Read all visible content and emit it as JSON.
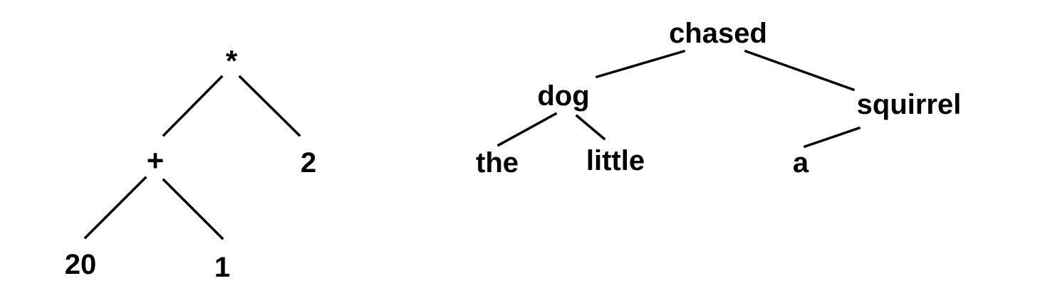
{
  "colors": {
    "background": "#ffffff",
    "ink": "#000000"
  },
  "expression_tree": {
    "root": "*",
    "plus": "+",
    "two": "2",
    "twenty": "20",
    "one": "1"
  },
  "sentence_tree": {
    "chased": "chased",
    "dog": "dog",
    "squirrel": "squirrel",
    "the": "the",
    "little": "little",
    "a": "a"
  }
}
